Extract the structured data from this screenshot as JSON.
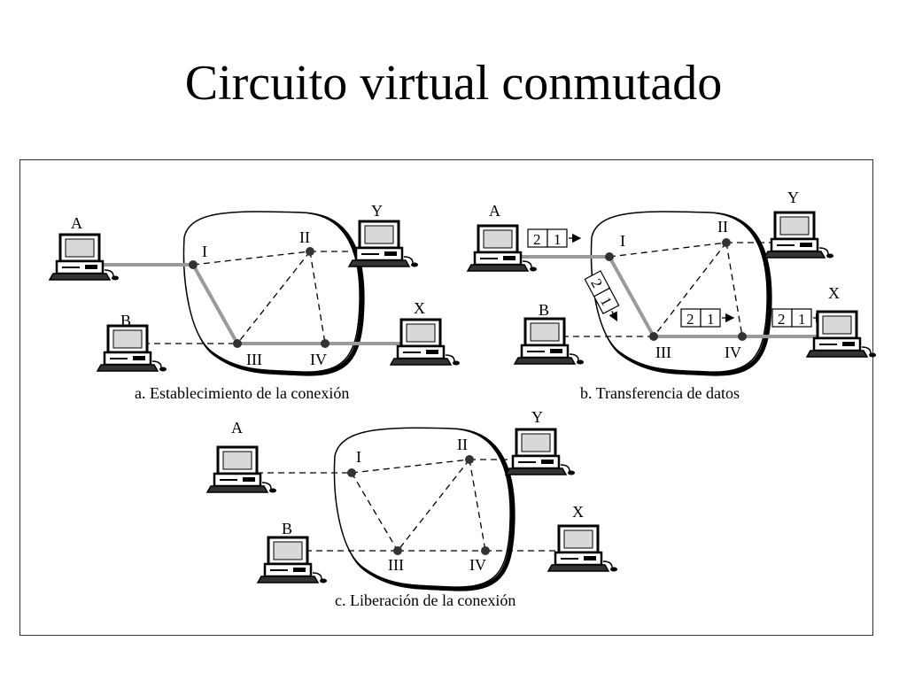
{
  "title": "Circuito virtual conmutado",
  "panels": [
    {
      "id": "a",
      "caption": "a. Establecimiento de la conexión",
      "nodes": {
        "I": "I",
        "II": "II",
        "III": "III",
        "IV": "IV"
      },
      "computers": {
        "A": "A",
        "B": "B",
        "X": "X",
        "Y": "Y"
      }
    },
    {
      "id": "b",
      "caption": "b. Transferencia de datos",
      "nodes": {
        "I": "I",
        "II": "II",
        "III": "III",
        "IV": "IV"
      },
      "computers": {
        "A": "A",
        "B": "B",
        "X": "X",
        "Y": "Y"
      },
      "packets": [
        [
          "2",
          "1"
        ],
        [
          "2",
          "1"
        ],
        [
          "2",
          "1"
        ],
        [
          "2",
          "1"
        ]
      ]
    },
    {
      "id": "c",
      "caption": "c. Liberación de la conexión",
      "nodes": {
        "I": "I",
        "II": "II",
        "III": "III",
        "IV": "IV"
      },
      "computers": {
        "A": "A",
        "B": "B",
        "X": "X",
        "Y": "Y"
      }
    }
  ],
  "colors": {
    "ink": "#000000",
    "highlight": "#9a9a9a",
    "screen": "#d8d8d8"
  }
}
